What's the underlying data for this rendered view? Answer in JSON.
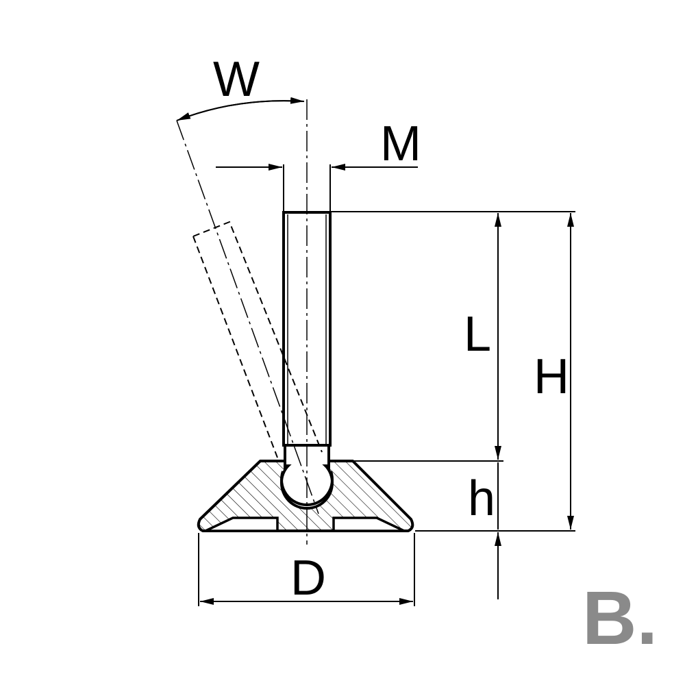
{
  "labels": {
    "angle": "W",
    "thread": "M",
    "length": "L",
    "height_total": "H",
    "height_base": "h",
    "diameter": "D"
  },
  "logo": "B.",
  "colors": {
    "line": "#000000",
    "logo": "#8a8a8a"
  }
}
